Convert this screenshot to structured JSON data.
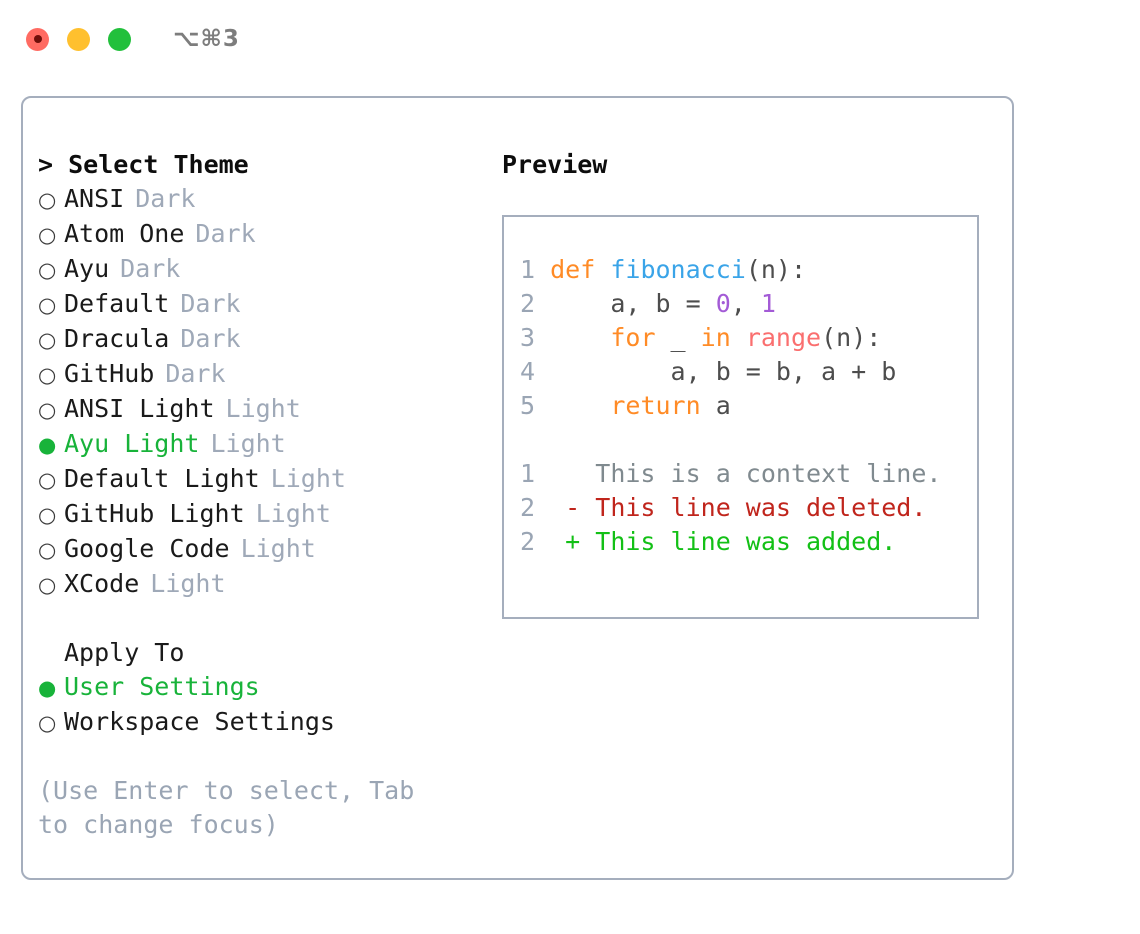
{
  "window": {
    "traffic_lights": [
      {
        "name": "close",
        "color": "#ff6b62"
      },
      {
        "name": "minimize",
        "color": "#ffc02e"
      },
      {
        "name": "zoom",
        "color": "#22c03c"
      }
    ],
    "shortcut": "⌥⌘3"
  },
  "theme_list": {
    "header": "> Select Theme",
    "items": [
      {
        "label": "ANSI",
        "tag": "Dark",
        "selected": false,
        "bullet": "○"
      },
      {
        "label": "Atom One",
        "tag": "Dark",
        "selected": false,
        "bullet": "○"
      },
      {
        "label": "Ayu",
        "tag": "Dark",
        "selected": false,
        "bullet": "○"
      },
      {
        "label": "Default",
        "tag": "Dark",
        "selected": false,
        "bullet": "○"
      },
      {
        "label": "Dracula",
        "tag": "Dark",
        "selected": false,
        "bullet": "○"
      },
      {
        "label": "GitHub",
        "tag": "Dark",
        "selected": false,
        "bullet": "○"
      },
      {
        "label": "ANSI Light",
        "tag": "Light",
        "selected": false,
        "bullet": "○"
      },
      {
        "label": "Ayu Light",
        "tag": "Light",
        "selected": true,
        "bullet": "●"
      },
      {
        "label": "Default Light",
        "tag": "Light",
        "selected": false,
        "bullet": "○"
      },
      {
        "label": "GitHub Light",
        "tag": "Light",
        "selected": false,
        "bullet": "○"
      },
      {
        "label": "Google Code",
        "tag": "Light",
        "selected": false,
        "bullet": "○"
      },
      {
        "label": "XCode",
        "tag": "Light",
        "selected": false,
        "bullet": "○"
      }
    ]
  },
  "apply_to": {
    "header": "Apply To",
    "items": [
      {
        "label": "User Settings",
        "selected": true,
        "bullet": "●"
      },
      {
        "label": "Workspace Settings",
        "selected": false,
        "bullet": "○"
      }
    ]
  },
  "hint": "(Use Enter to select, Tab to change focus)",
  "preview": {
    "title": "Preview",
    "code_lines": [
      {
        "n": "1",
        "tokens": [
          {
            "t": "def",
            "c": "kw"
          },
          {
            "t": " ",
            "c": "txt"
          },
          {
            "t": "fibonacci",
            "c": "fn"
          },
          {
            "t": "(n):",
            "c": "punc"
          }
        ]
      },
      {
        "n": "2",
        "tokens": [
          {
            "t": "    a, b = ",
            "c": "txt"
          },
          {
            "t": "0",
            "c": "num"
          },
          {
            "t": ", ",
            "c": "txt"
          },
          {
            "t": "1",
            "c": "num"
          }
        ]
      },
      {
        "n": "3",
        "tokens": [
          {
            "t": "    ",
            "c": "txt"
          },
          {
            "t": "for",
            "c": "kw"
          },
          {
            "t": " _ ",
            "c": "txt"
          },
          {
            "t": "in",
            "c": "kw"
          },
          {
            "t": " ",
            "c": "txt"
          },
          {
            "t": "range",
            "c": "call"
          },
          {
            "t": "(n):",
            "c": "punc"
          }
        ]
      },
      {
        "n": "4",
        "tokens": [
          {
            "t": "        a, b = b, a + b",
            "c": "txt"
          }
        ]
      },
      {
        "n": "5",
        "tokens": [
          {
            "t": "    ",
            "c": "txt"
          },
          {
            "t": "return",
            "c": "kw"
          },
          {
            "t": " a",
            "c": "txt"
          }
        ]
      }
    ],
    "diff_lines": [
      {
        "n": "1",
        "marker": " ",
        "text": "This is a context line.",
        "kind": "context"
      },
      {
        "n": "2",
        "marker": "-",
        "text": "This line was deleted.",
        "kind": "deleted"
      },
      {
        "n": "2",
        "marker": "+",
        "text": "This line was added.",
        "kind": "added"
      }
    ]
  },
  "colors": {
    "accent_green": "#18b33a",
    "muted": "#9fa9b8",
    "border": "#a5aebd",
    "keyword": "#ff8b26",
    "function": "#3aa4e8",
    "call": "#fa6f6f",
    "number": "#a35bd6",
    "diff_add": "#13c016",
    "diff_del": "#c0251c",
    "diff_ctx": "#808a8f"
  }
}
